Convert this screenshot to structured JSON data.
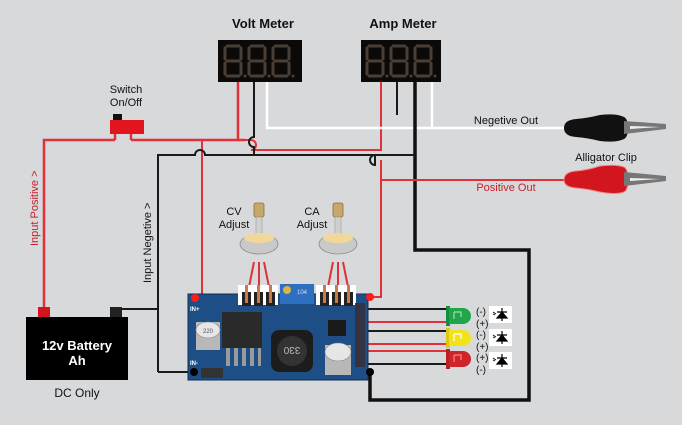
{
  "diagram": {
    "title": "Adjustable DC-DC buck converter wiring with volt/amp meters",
    "colors": {
      "background": "#d8d9db",
      "positive_wire": "#e0303a",
      "negative_wire": "#1a1a1a",
      "meter_wire_white": "#ffffff",
      "led_green": "#1fa64a",
      "led_yellow": "#f2e21a",
      "led_red": "#d0242a",
      "pcb_blue": "#1d4f86"
    },
    "meters": [
      {
        "id": "volt",
        "label": "Volt Meter",
        "display": "8.8.8."
      },
      {
        "id": "amp",
        "label": "Amp Meter",
        "display": "8.8.8."
      }
    ],
    "switch": {
      "label_line1": "Switch",
      "label_line2": "On/Off"
    },
    "wire_labels": {
      "input_positive": "Input Positive >",
      "input_negative": "Input Negetive >",
      "negative_out": "Negetive Out",
      "positive_out": "Positive Out"
    },
    "clips": {
      "label": "Alligator Clip"
    },
    "pots": [
      {
        "id": "cv",
        "label_line1": "CV",
        "label_line2": "Adjust"
      },
      {
        "id": "ca",
        "label_line1": "CA",
        "label_line2": "Adjust"
      }
    ],
    "battery": {
      "line1": "12v Battery",
      "line2": "Ah",
      "caption": "DC Only"
    },
    "board": {
      "pad_in_pos": "IN+",
      "pad_in_neg": "IN-",
      "inductor_code": "330",
      "trimmer_code": "104",
      "cap_code": "220"
    },
    "leds": [
      {
        "color": "green",
        "top_pin": "(-)",
        "bottom_pin": "(+)"
      },
      {
        "color": "yellow",
        "top_pin": "(-)",
        "bottom_pin": "(+)"
      },
      {
        "color": "red",
        "top_pin": "(+)",
        "bottom_pin": "(-)"
      }
    ]
  }
}
